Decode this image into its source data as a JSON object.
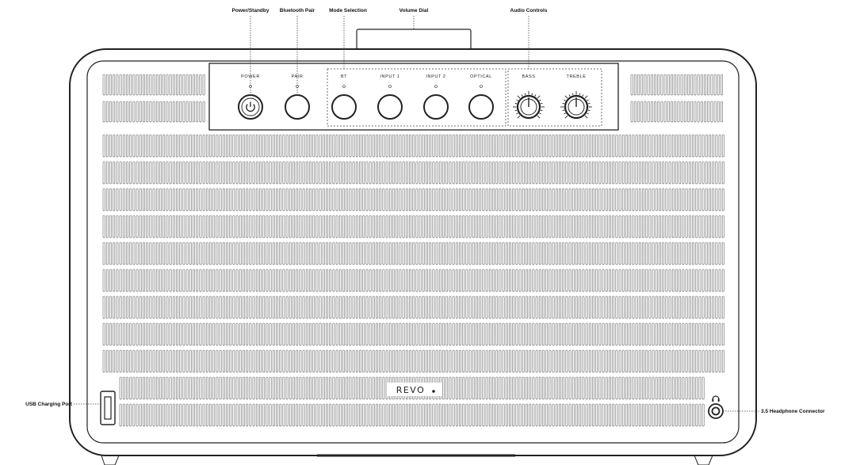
{
  "callouts": {
    "power_standby": "Power/Standby",
    "bluetooth_pair": "Bluetooth Pair",
    "mode_selection": "Mode Selection",
    "volume_dial": "Volume Dial",
    "audio_controls": "Audio Controls",
    "usb_port": "USB Charging Port",
    "headphone": "3.5 Headphone Connector"
  },
  "panel": {
    "power": "POWER",
    "pair": "PAIR",
    "bt": "BT",
    "input1": "INPUT 1",
    "input2": "INPUT 2",
    "optical": "OPTICAL",
    "bass": "BASS",
    "treble": "TREBLE"
  },
  "brand": {
    "logo": "REVO"
  },
  "colors": {
    "line": "#222222",
    "grille": "#555555",
    "background": "#ffffff"
  },
  "icons": {
    "power": "power-icon",
    "headphone": "headphone-icon"
  }
}
